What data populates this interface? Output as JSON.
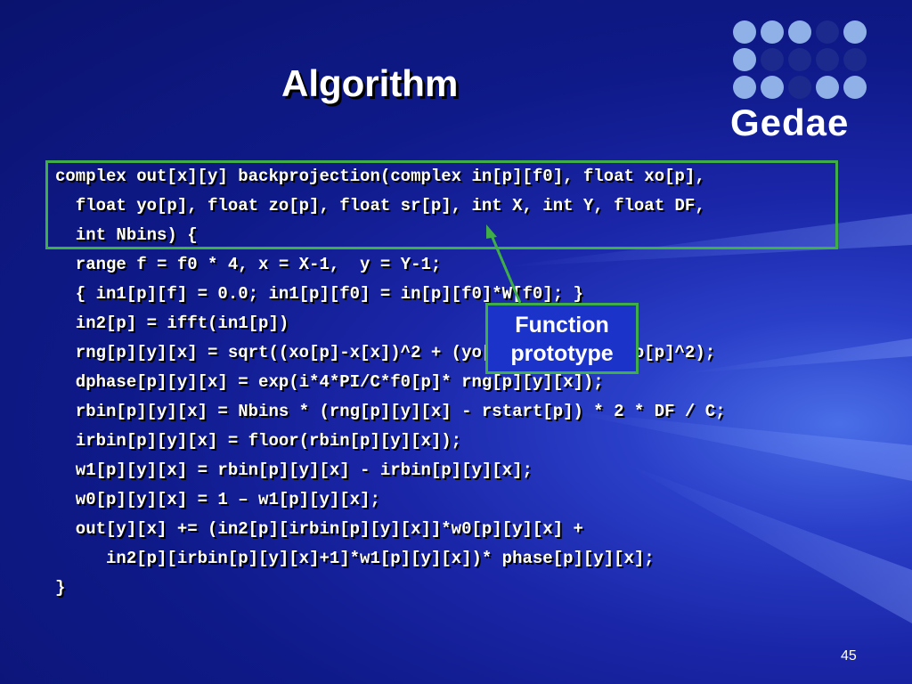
{
  "slide": {
    "title": "Algorithm",
    "page_number": "45"
  },
  "logo": {
    "text": "Gedae",
    "dot_light_color": "#8fb1e8",
    "dot_dark_color": "#1b2a8c"
  },
  "code": {
    "lines": [
      "complex out[x][y] backprojection(complex in[p][f0], float xo[p],",
      "  float yo[p], float zo[p], float sr[p], int X, int Y, float DF,",
      "  int Nbins) {",
      "  range f = f0 * 4, x = X-1,  y = Y-1;",
      "  { in1[p][f] = 0.0; in1[p][f0] = in[p][f0]*W[f0]; }",
      "  in2[p] = ifft(in1[p])",
      "  rng[p][y][x] = sqrt((xo[p]-x[x])^2 + (yo[p]-y[y])^2 + zo[p]^2);",
      "  dphase[p][y][x] = exp(i*4*PI/C*f0[p]* rng[p][y][x]);",
      "  rbin[p][y][x] = Nbins * (rng[p][y][x] - rstart[p]) * 2 * DF / C;",
      "  irbin[p][y][x] = floor(rbin[p][y][x]);",
      "  w1[p][y][x] = rbin[p][y][x] - irbin[p][y][x];",
      "  w0[p][y][x] = 1 – w1[p][y][x];",
      "  out[y][x] += (in2[p][irbin[p][y][x]]*w0[p][y][x] +",
      "     in2[p][irbin[p][y][x]+1]*w1[p][y][x])* phase[p][y][x];",
      "}"
    ]
  },
  "callout": {
    "line1": "Function",
    "line2": "prototype",
    "border_color": "#3fae49"
  }
}
